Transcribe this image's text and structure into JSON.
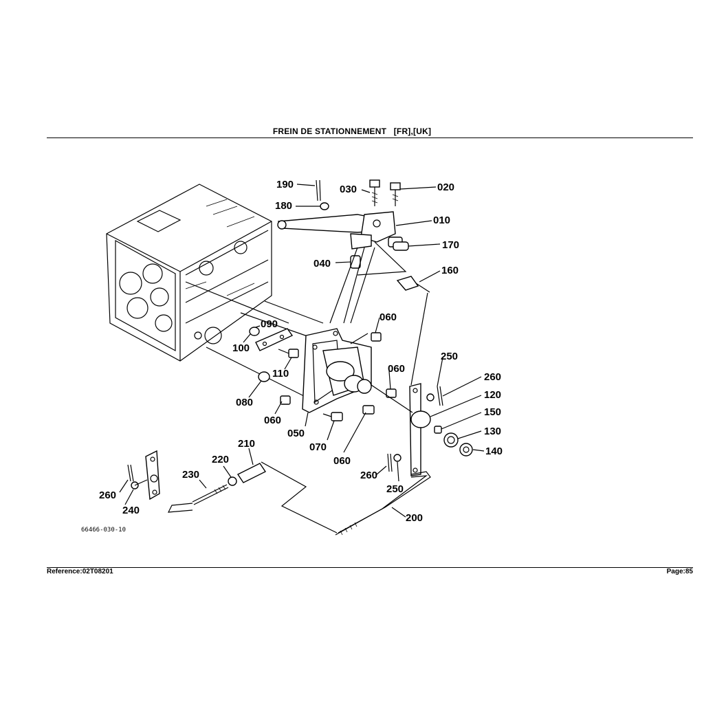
{
  "header": {
    "title": "FREIN DE STATIONNEMENT   [FR],[UK]"
  },
  "footer": {
    "reference": "Reference:02T08201",
    "page": "Page:85"
  },
  "diagram": {
    "stamp": "66466-030-10",
    "callouts": {
      "p190": "190",
      "p180": "180",
      "p030": "030",
      "p020": "020",
      "p010": "010",
      "p170": "170",
      "p040": "040",
      "p160": "160",
      "p060a": "060",
      "p090": "090",
      "p100": "100",
      "p110": "110",
      "p060b": "060",
      "p250a": "250",
      "p260a": "260",
      "p120": "120",
      "p080": "080",
      "p150": "150",
      "p130": "130",
      "p060c": "060",
      "p050": "050",
      "p070": "070",
      "p140": "140",
      "p060d": "060",
      "p210": "210",
      "p220": "220",
      "p230": "230",
      "p260b": "260",
      "p250b": "250",
      "p260c": "260",
      "p240": "240",
      "p200": "200"
    }
  }
}
